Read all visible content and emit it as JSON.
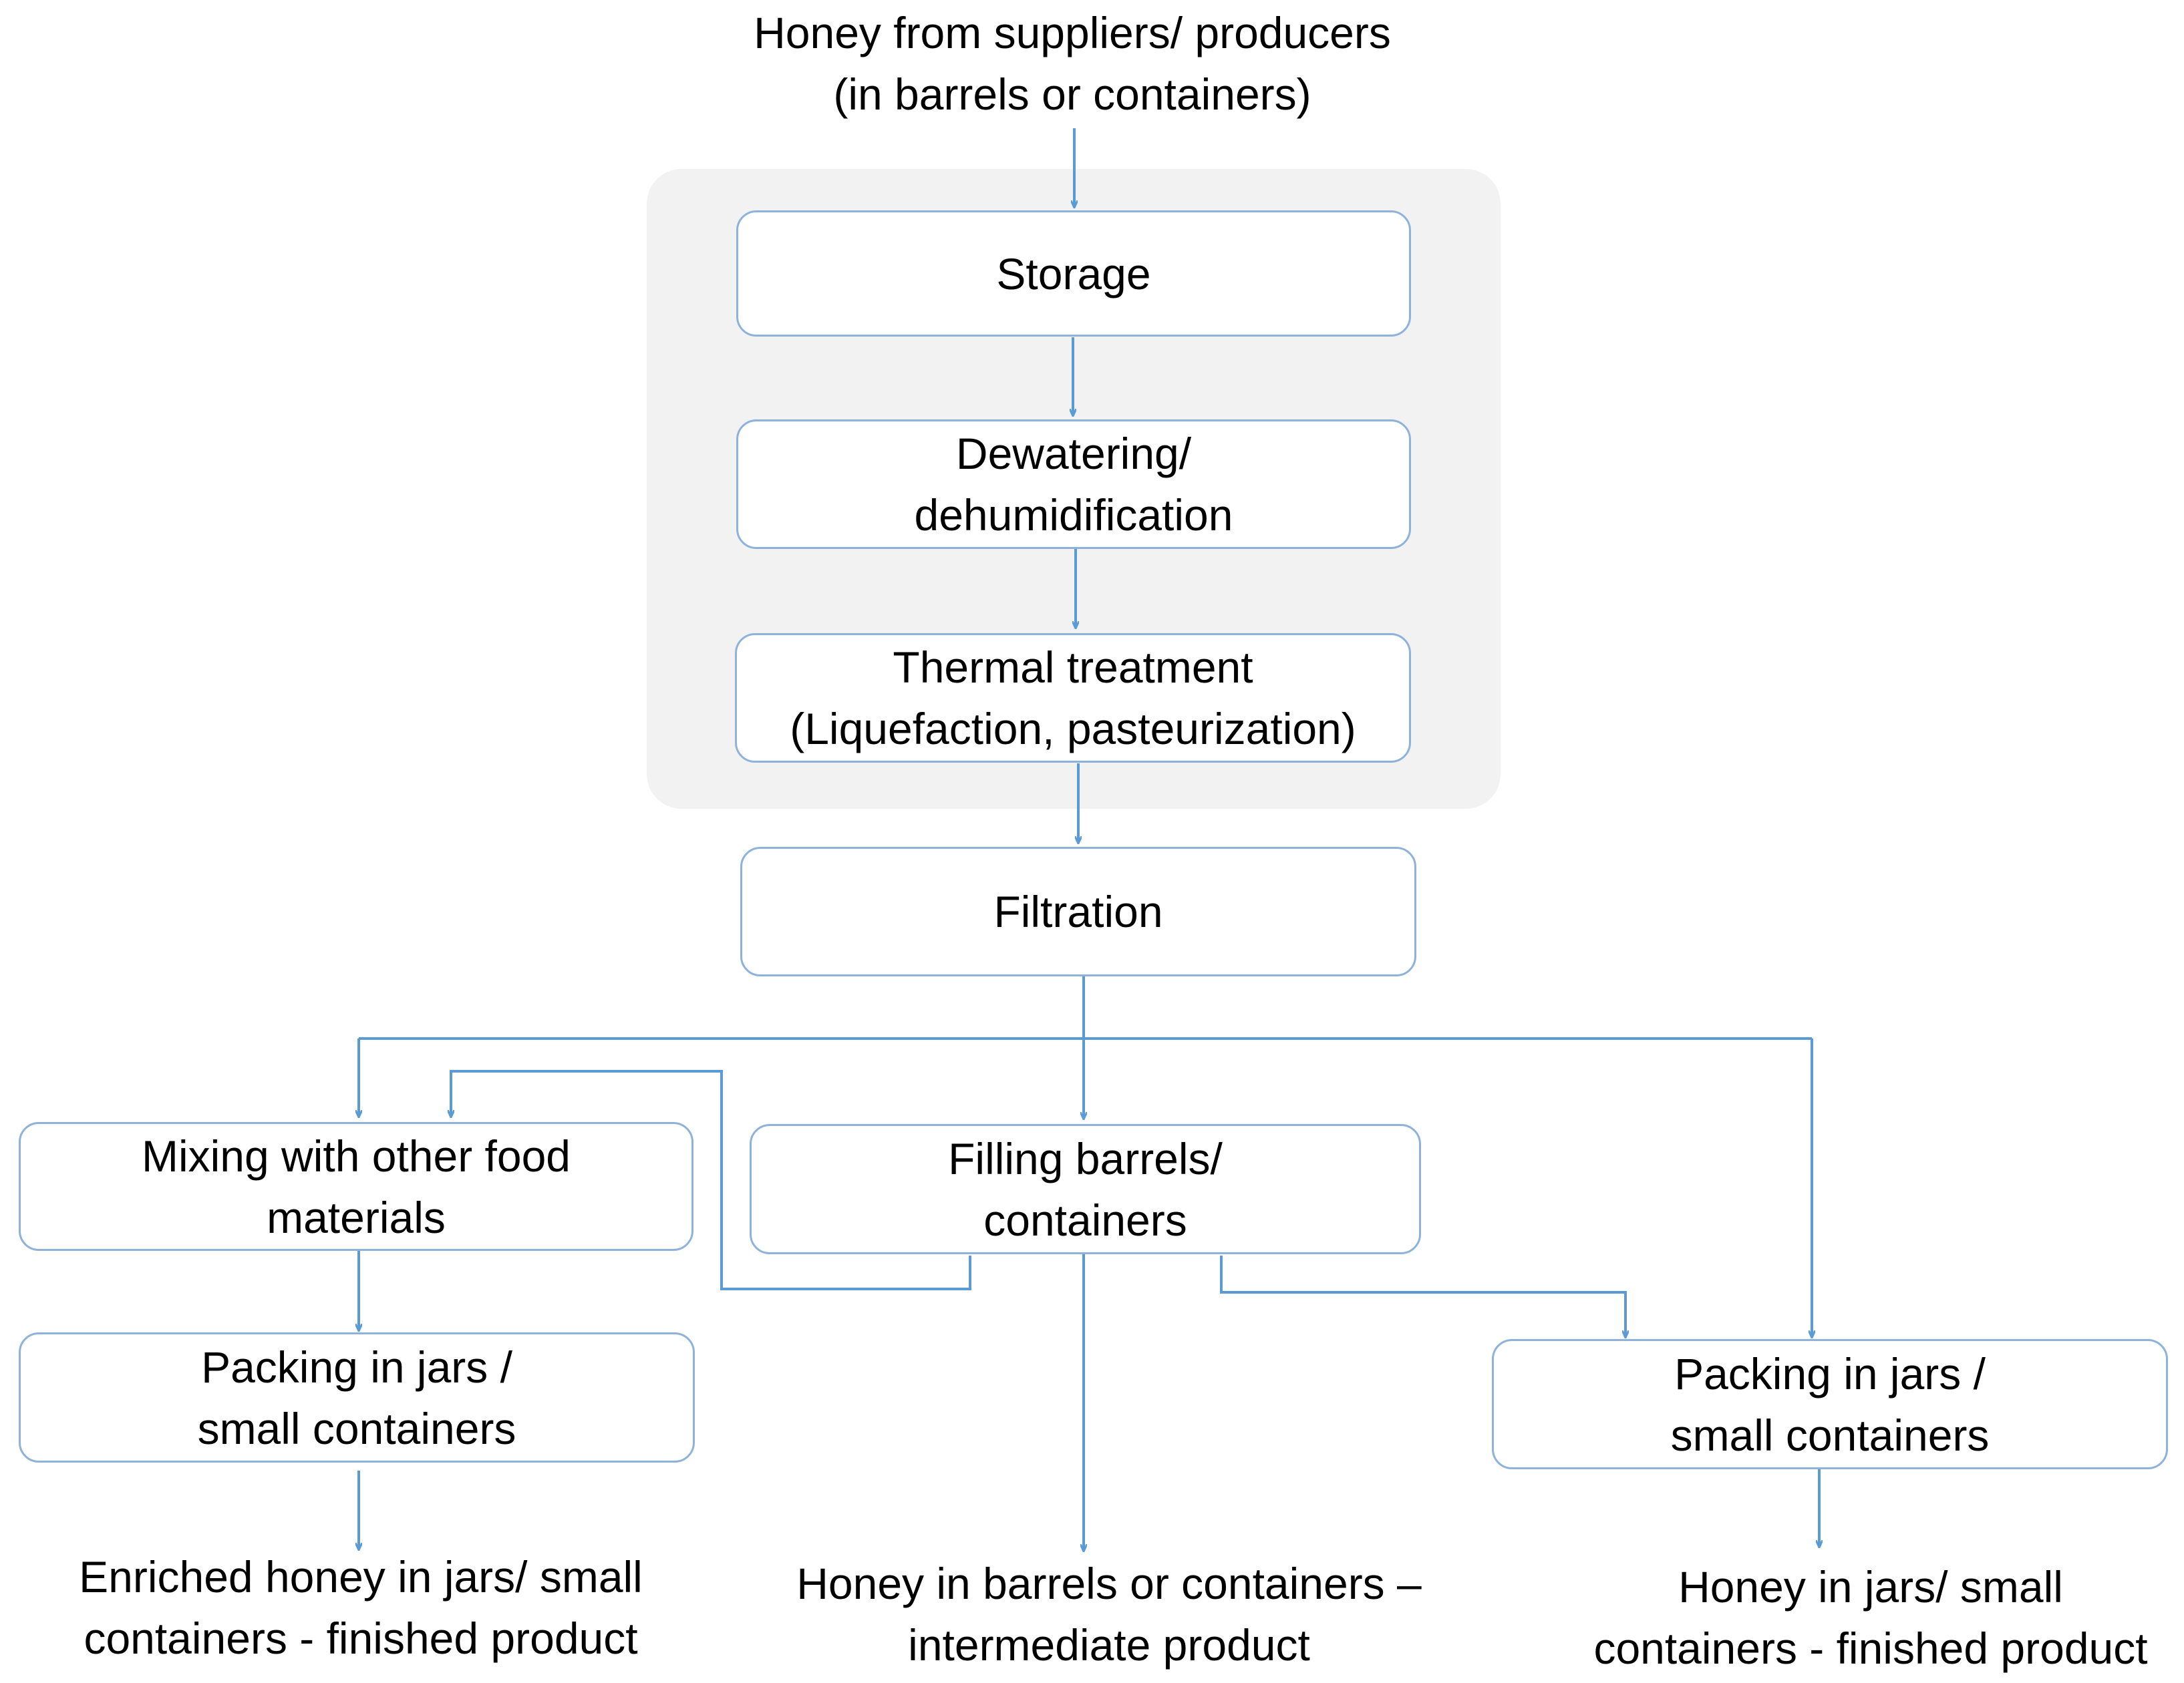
{
  "source": {
    "line1": "Honey from suppliers/ producers",
    "line2": "(in barrels or containers)"
  },
  "steps": {
    "storage": "Storage",
    "dewatering": {
      "line1": "Dewatering/",
      "line2": "dehumidification"
    },
    "thermal": {
      "line1": "Thermal treatment",
      "line2": "(Liquefaction,  pasteurization)"
    },
    "filtration": "Filtration",
    "mixing": {
      "line1": "Mixing with other food",
      "line2": "materials"
    },
    "filling": {
      "line1": "Filling barrels/",
      "line2": "containers"
    },
    "packing_left": {
      "line1": "Packing in jars /",
      "line2": "small containers"
    },
    "packing_right": {
      "line1": "Packing in jars /",
      "line2": "small containers"
    }
  },
  "outputs": {
    "enriched": {
      "line1": "Enriched honey in jars/ small",
      "line2": "containers - finished product"
    },
    "intermediate": {
      "line1": "Honey in barrels or containers –",
      "line2": "intermediate product"
    },
    "finished": {
      "line1": "Honey in jars/ small",
      "line2": "containers - finished product"
    }
  },
  "colors": {
    "connector": "#5b9bd5",
    "box_border": "#8fb2db",
    "group_fill": "#f2f2f2"
  }
}
